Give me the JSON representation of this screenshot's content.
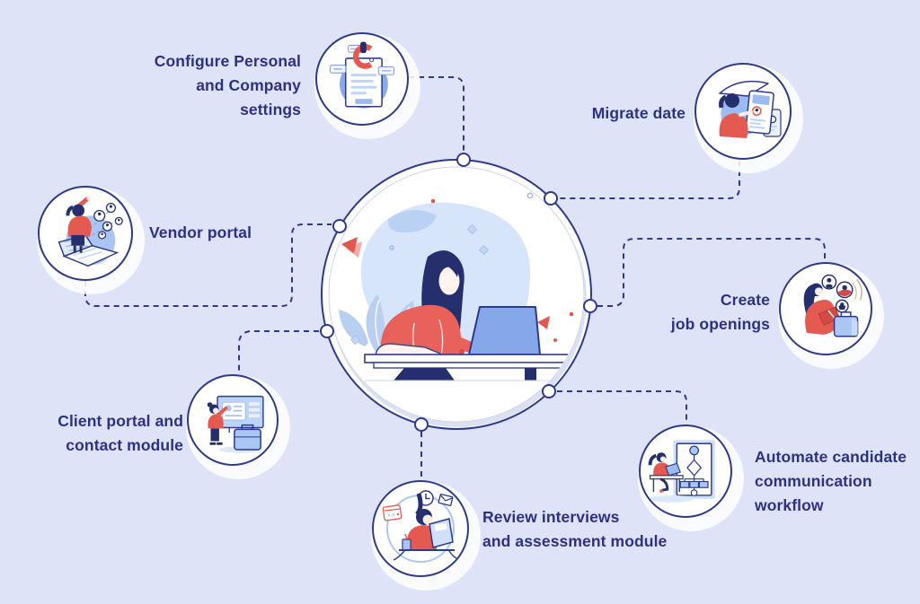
{
  "diagram": {
    "subject": "applicant-tracking-system-feature-map",
    "hub": {
      "illustration": "woman-working-at-desk-with-laptop"
    },
    "nodes": [
      {
        "id": "configure-settings",
        "label": "Configure Personal\nand Company\nsettings",
        "icon": "document-settings-icon"
      },
      {
        "id": "migrate-date",
        "label": "Migrate date",
        "icon": "migrate-documents-icon"
      },
      {
        "id": "vendor-portal",
        "label": "Vendor portal",
        "icon": "vendor-laptop-icon"
      },
      {
        "id": "create-job-openings",
        "label": "Create\njob openings",
        "icon": "job-openings-icon"
      },
      {
        "id": "client-portal",
        "label": "Client portal and\ncontact module",
        "icon": "client-portal-icon"
      },
      {
        "id": "review-interviews",
        "label": "Review interviews\nand assessment module",
        "icon": "review-interviews-icon"
      },
      {
        "id": "automate-workflow",
        "label": "Automate candidate\ncommunication\nworkflow",
        "icon": "workflow-board-icon"
      }
    ],
    "colors": {
      "background": "#dfe3f7",
      "line_navy": "#2d3a8c",
      "text_navy": "#2b3183",
      "accent_red": "#e55a50",
      "mid_blue": "#8aaae9",
      "soft_blue": "#aac6f2",
      "pale_blue": "#cfe0f8",
      "white": "#ffffff"
    }
  }
}
